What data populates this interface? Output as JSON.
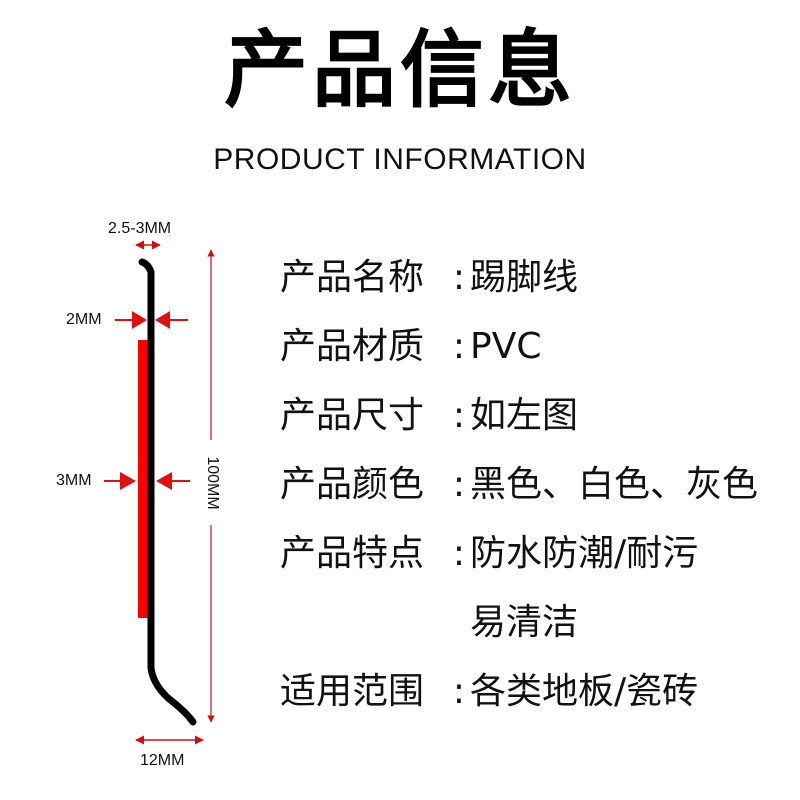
{
  "header": {
    "title_cn": "产品信息",
    "title_en": "PRODUCT INFORMATION"
  },
  "diagram": {
    "top_width_label": "2.5-3MM",
    "thickness_label": "2MM",
    "strip_label": "3MM",
    "height_label": "100MM",
    "base_width_label": "12MM",
    "colors": {
      "profile": "#000000",
      "adhesive_strip": "#ff0000",
      "dimension_line": "#cc1111"
    }
  },
  "info": {
    "rows": [
      {
        "key": "产品名称",
        "sep": ":",
        "value": "踢脚线"
      },
      {
        "key": "产品材质",
        "sep": ":",
        "value": "PVC"
      },
      {
        "key": "产品尺寸",
        "sep": ":",
        "value": "如左图"
      },
      {
        "key": "产品颜色",
        "sep": ":",
        "value": "黑色、白色、灰色"
      },
      {
        "key": "产品特点",
        "sep": ":",
        "value": "防水防潮/耐污"
      },
      {
        "key": "",
        "sep": "",
        "value": "易清洁"
      },
      {
        "key": "适用范围",
        "sep": ":",
        "value": "各类地板/瓷砖"
      }
    ]
  }
}
